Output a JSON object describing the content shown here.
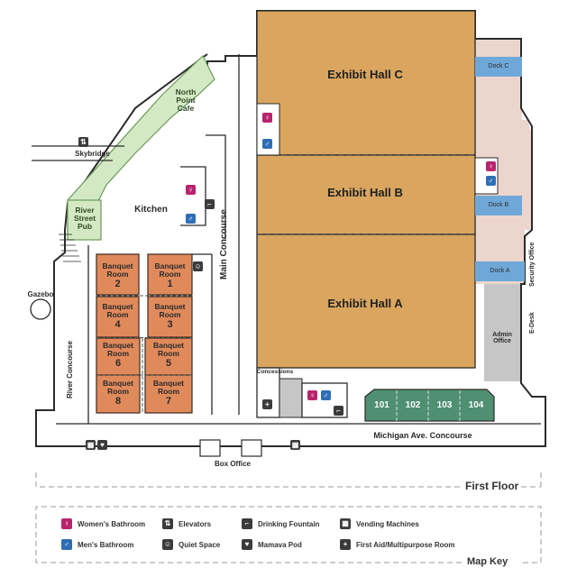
{
  "halls": {
    "c": "Exhibit Hall C",
    "b": "Exhibit Hall B",
    "a": "Exhibit Hall A"
  },
  "banquet": {
    "label_line1": "Banquet",
    "label_line2": "Room",
    "rooms": [
      "2",
      "1",
      "4",
      "3",
      "6",
      "5",
      "8",
      "7"
    ]
  },
  "meeting_rooms": [
    "101",
    "102",
    "103",
    "104"
  ],
  "places": {
    "north_point_cafe": "North Point Cafe",
    "river_street_pub": "River Street Pub",
    "kitchen": "Kitchen",
    "skybridge": "Skybridge",
    "gazebo": "Gazebo",
    "river_concourse": "River Concourse",
    "main_concourse": "Main Concourse",
    "michigan_concourse": "Michigan Ave. Concourse",
    "concessions": "Concessions",
    "box_office": "Box Office",
    "admin_office": "Admin Office",
    "security_office": "Security Office",
    "e_desk": "E-Desk",
    "dock_c": "Dock C",
    "dock_b": "Dock B",
    "dock_a": "Dock A"
  },
  "floor_title": "First Floor",
  "map_key": {
    "title": "Map Key",
    "items": {
      "womens": "Women's Bathroom",
      "mens": "Men's Bathroom",
      "elevators": "Elevators",
      "quiet": "Quiet Space",
      "fountain": "Drinking Fountain",
      "mamava": "Mamava Pod",
      "vending": "Vending Machines",
      "firstaid": "First Aid/Multipurpose Room"
    }
  },
  "colors": {
    "exhibit": "#d9a55f",
    "banquet": "#e08a5c",
    "green_zone": "#d3e9c4",
    "meeting": "#4f8f72",
    "dock": "#6fa8d8",
    "pink_area": "#ecd5cd",
    "admin": "#c6c6c6"
  }
}
